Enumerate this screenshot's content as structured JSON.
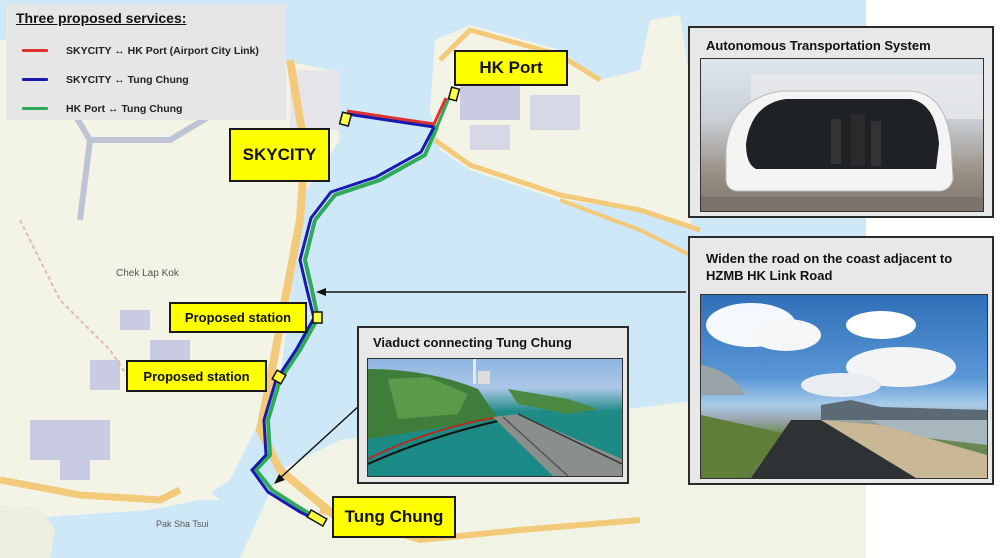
{
  "legend": {
    "title": "Three proposed services:",
    "items": [
      {
        "label": "SKYCITY ↔ HK Port (Airport City Link)",
        "color": "#e03030"
      },
      {
        "label": "SKYCITY ↔ Tung Chung",
        "color": "#1a1ab0"
      },
      {
        "label": "HK Port ↔ Tung Chung",
        "color": "#2eaa5a"
      }
    ]
  },
  "map": {
    "labels": {
      "hk_port": "HK Port",
      "skycity": "SKYCITY",
      "proposed_station_1": "Proposed station",
      "proposed_station_2": "Proposed station",
      "tung_chung": "Tung Chung"
    },
    "place_names": {
      "chek_lap_kok": "Chek Lap Kok",
      "pak_sha_tsui": "Pak Sha Tsui"
    },
    "colors": {
      "water": "#cfe8f8",
      "land": "#f3f3e6",
      "road": "#f3c97a",
      "label_fill": "#ffff00"
    }
  },
  "panels": {
    "autonomous": {
      "title": "Autonomous Transportation System",
      "image": "autonomous-vehicle-photo"
    },
    "widen_road": {
      "title": "Widen the road on the coast adjacent to HZMB HK Link Road",
      "image": "coastal-road-photo"
    },
    "viaduct": {
      "title": "Viaduct connecting Tung Chung",
      "image": "viaduct-render"
    }
  }
}
